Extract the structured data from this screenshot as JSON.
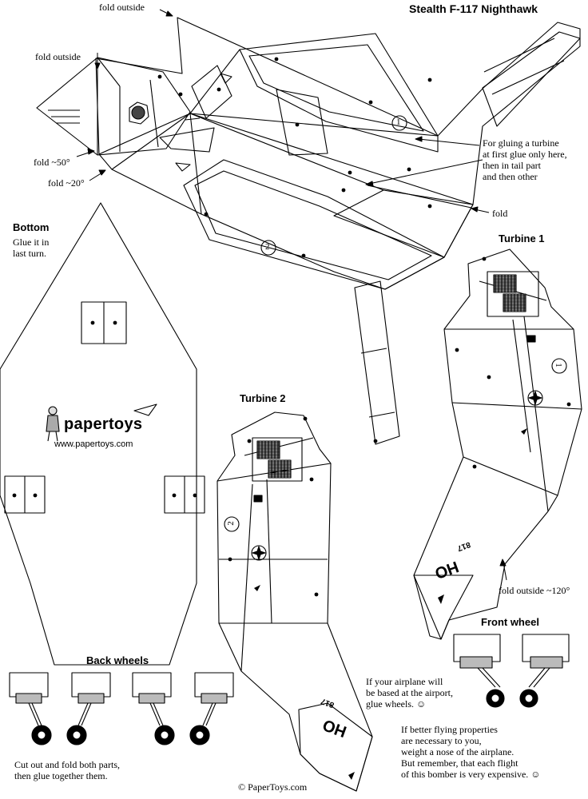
{
  "title": "Stealth F-117 Nighthawk",
  "labels": {
    "fold_outside_top": "fold outside",
    "fold_outside_left": "fold outside",
    "fold_50": "fold ~50°",
    "fold_20": "fold ~20°",
    "fold": "fold",
    "fold_outside_120": "fold outside ~120°"
  },
  "notes": {
    "turbine_glue": "For gluing a turbine\nat first glue only here,\nthen in tail part\nand then other",
    "bottom_title": "Bottom",
    "bottom_desc": "Glue it in\nlast turn.",
    "wheels_note": "If your airplane will\nbe based at the airport,\nglue wheels. ☺",
    "weight_note": "If better flying properties\nare necessary to you,\nweight a nose of the airplane.\nBut remember, that each flight\nof this bomber is very expensive. ☺",
    "back_wheels_instr": "Cut out and fold both parts,\nthen glue together them."
  },
  "parts": {
    "turbine1": "Turbine 1",
    "turbine2": "Turbine 2",
    "back_wheels": "Back wheels",
    "front_wheel": "Front wheel"
  },
  "markings": {
    "num1": "1",
    "num2": "2",
    "tail_code": "HO",
    "serial": "817"
  },
  "brand": {
    "name": "papertoys",
    "url": "www.papertoys.com",
    "copyright": "© PaperToys.com"
  }
}
